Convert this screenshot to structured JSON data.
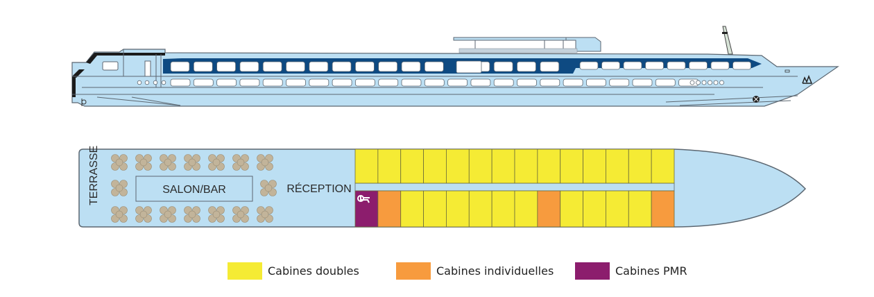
{
  "colors": {
    "hull": "#bcdff3",
    "outline": "#5b6670",
    "dark_band": "#0e4a82",
    "double": "#f5eb34",
    "single": "#f79b3e",
    "pmr": "#8c1d6d",
    "table": "#c2b49a"
  },
  "deck": {
    "terrace_label": "TERRASSE",
    "salon_label": "SALON/BAR",
    "reception_label": "RÉCEPTION",
    "cabins_top": [
      "double",
      "double",
      "double",
      "double",
      "double",
      "double",
      "double",
      "double",
      "double",
      "double",
      "double",
      "double",
      "double",
      "double"
    ],
    "cabins_bottom": [
      "pmr",
      "single",
      "double",
      "double",
      "double",
      "double",
      "double",
      "double",
      "single",
      "double",
      "double",
      "double",
      "double",
      "single"
    ],
    "pmr_icon": "wheelchair-icon"
  },
  "legend": [
    {
      "key": "double",
      "label": "Cabines doubles"
    },
    {
      "key": "single",
      "label": "Cabines individuelles"
    },
    {
      "key": "pmr",
      "label": "Cabines PMR"
    }
  ]
}
